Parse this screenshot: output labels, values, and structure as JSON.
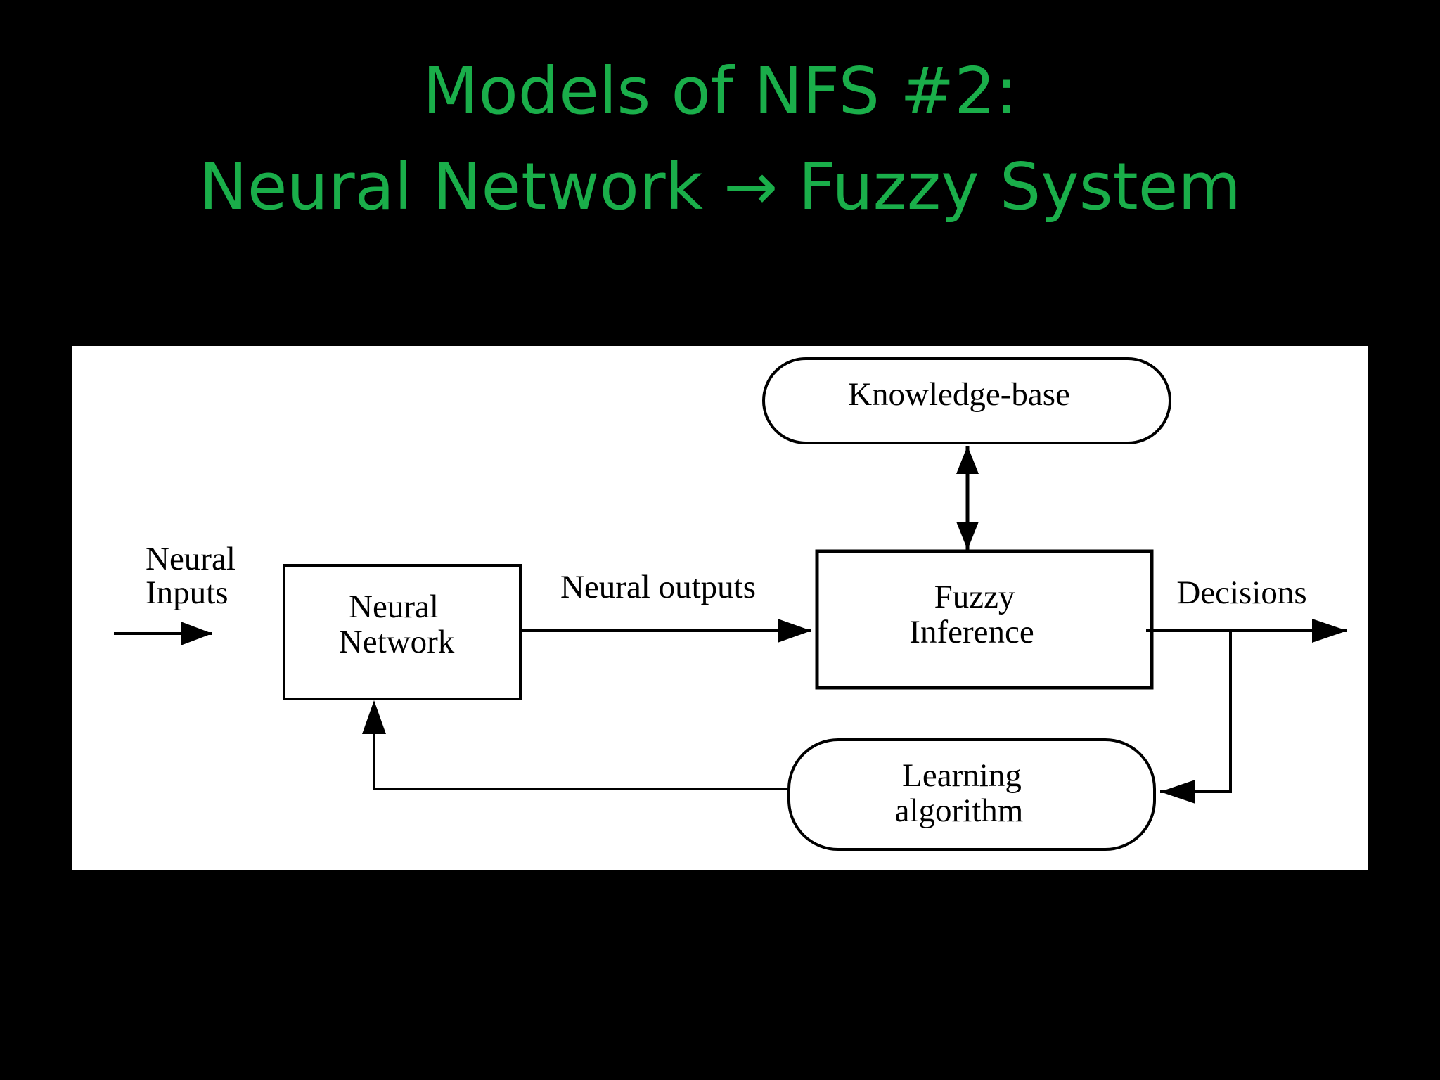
{
  "slide": {
    "title_line1": "Models of NFS #2:",
    "title_line2": "Neural Network → Fuzzy System",
    "title_color": "#1aae4a",
    "background_color": "#000000"
  },
  "diagram": {
    "input_label_line1": "Neural",
    "input_label_line2": "Inputs",
    "neural_network_line1": "Neural",
    "neural_network_line2": "Network",
    "neural_outputs_label": "Neural outputs",
    "knowledge_base_label": "Knowledge-base",
    "fuzzy_inference_line1": "Fuzzy",
    "fuzzy_inference_line2": "Inference",
    "decisions_label": "Decisions",
    "learning_algorithm_line1": "Learning",
    "learning_algorithm_line2": "algorithm"
  }
}
